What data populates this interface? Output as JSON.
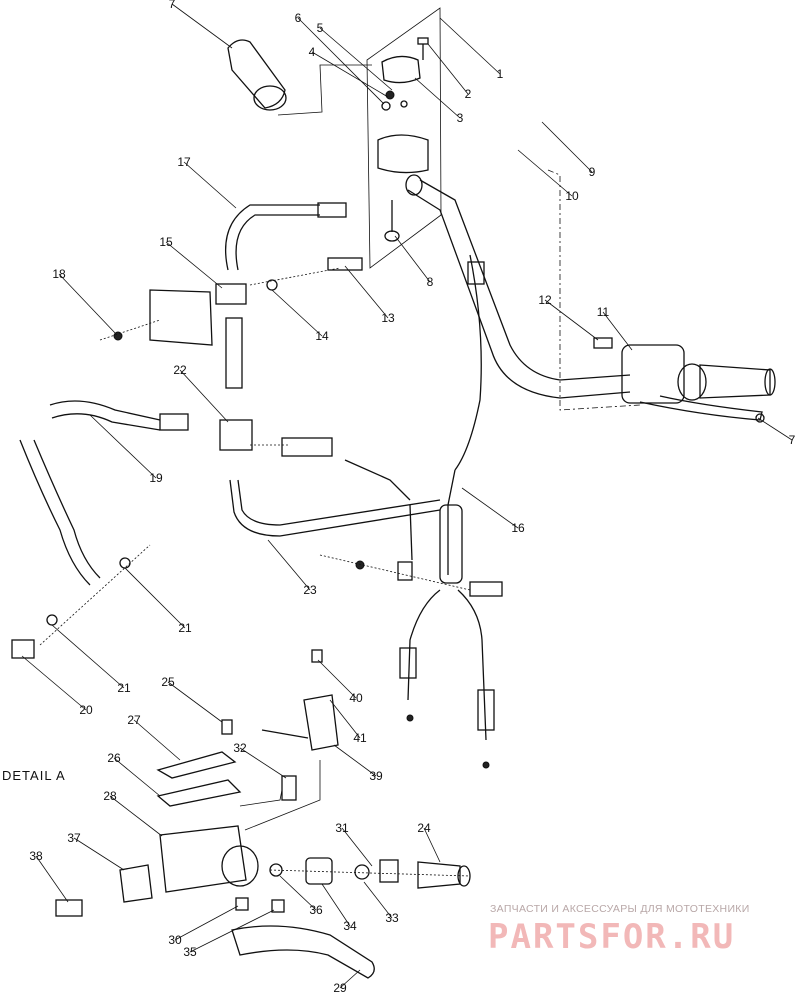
{
  "detail": {
    "title": "DETAIL A"
  },
  "watermark": {
    "tagline": "ЗАПЧАСТИ И АКСЕССУАРЫ ДЛЯ МОТОТЕХНИКИ",
    "brand": "PARTSFOR.RU",
    "color": "#f2b8b8"
  },
  "labels": [
    "1",
    "2",
    "3",
    "4",
    "5",
    "6",
    "7",
    "7",
    "8",
    "9",
    "10",
    "11",
    "12",
    "13",
    "14",
    "15",
    "16",
    "17",
    "18",
    "19",
    "20",
    "21",
    "21",
    "22",
    "23",
    "24",
    "25",
    "26",
    "27",
    "28",
    "29",
    "30",
    "31",
    "32",
    "33",
    "34",
    "35",
    "36",
    "37",
    "38",
    "39",
    "40",
    "41"
  ]
}
